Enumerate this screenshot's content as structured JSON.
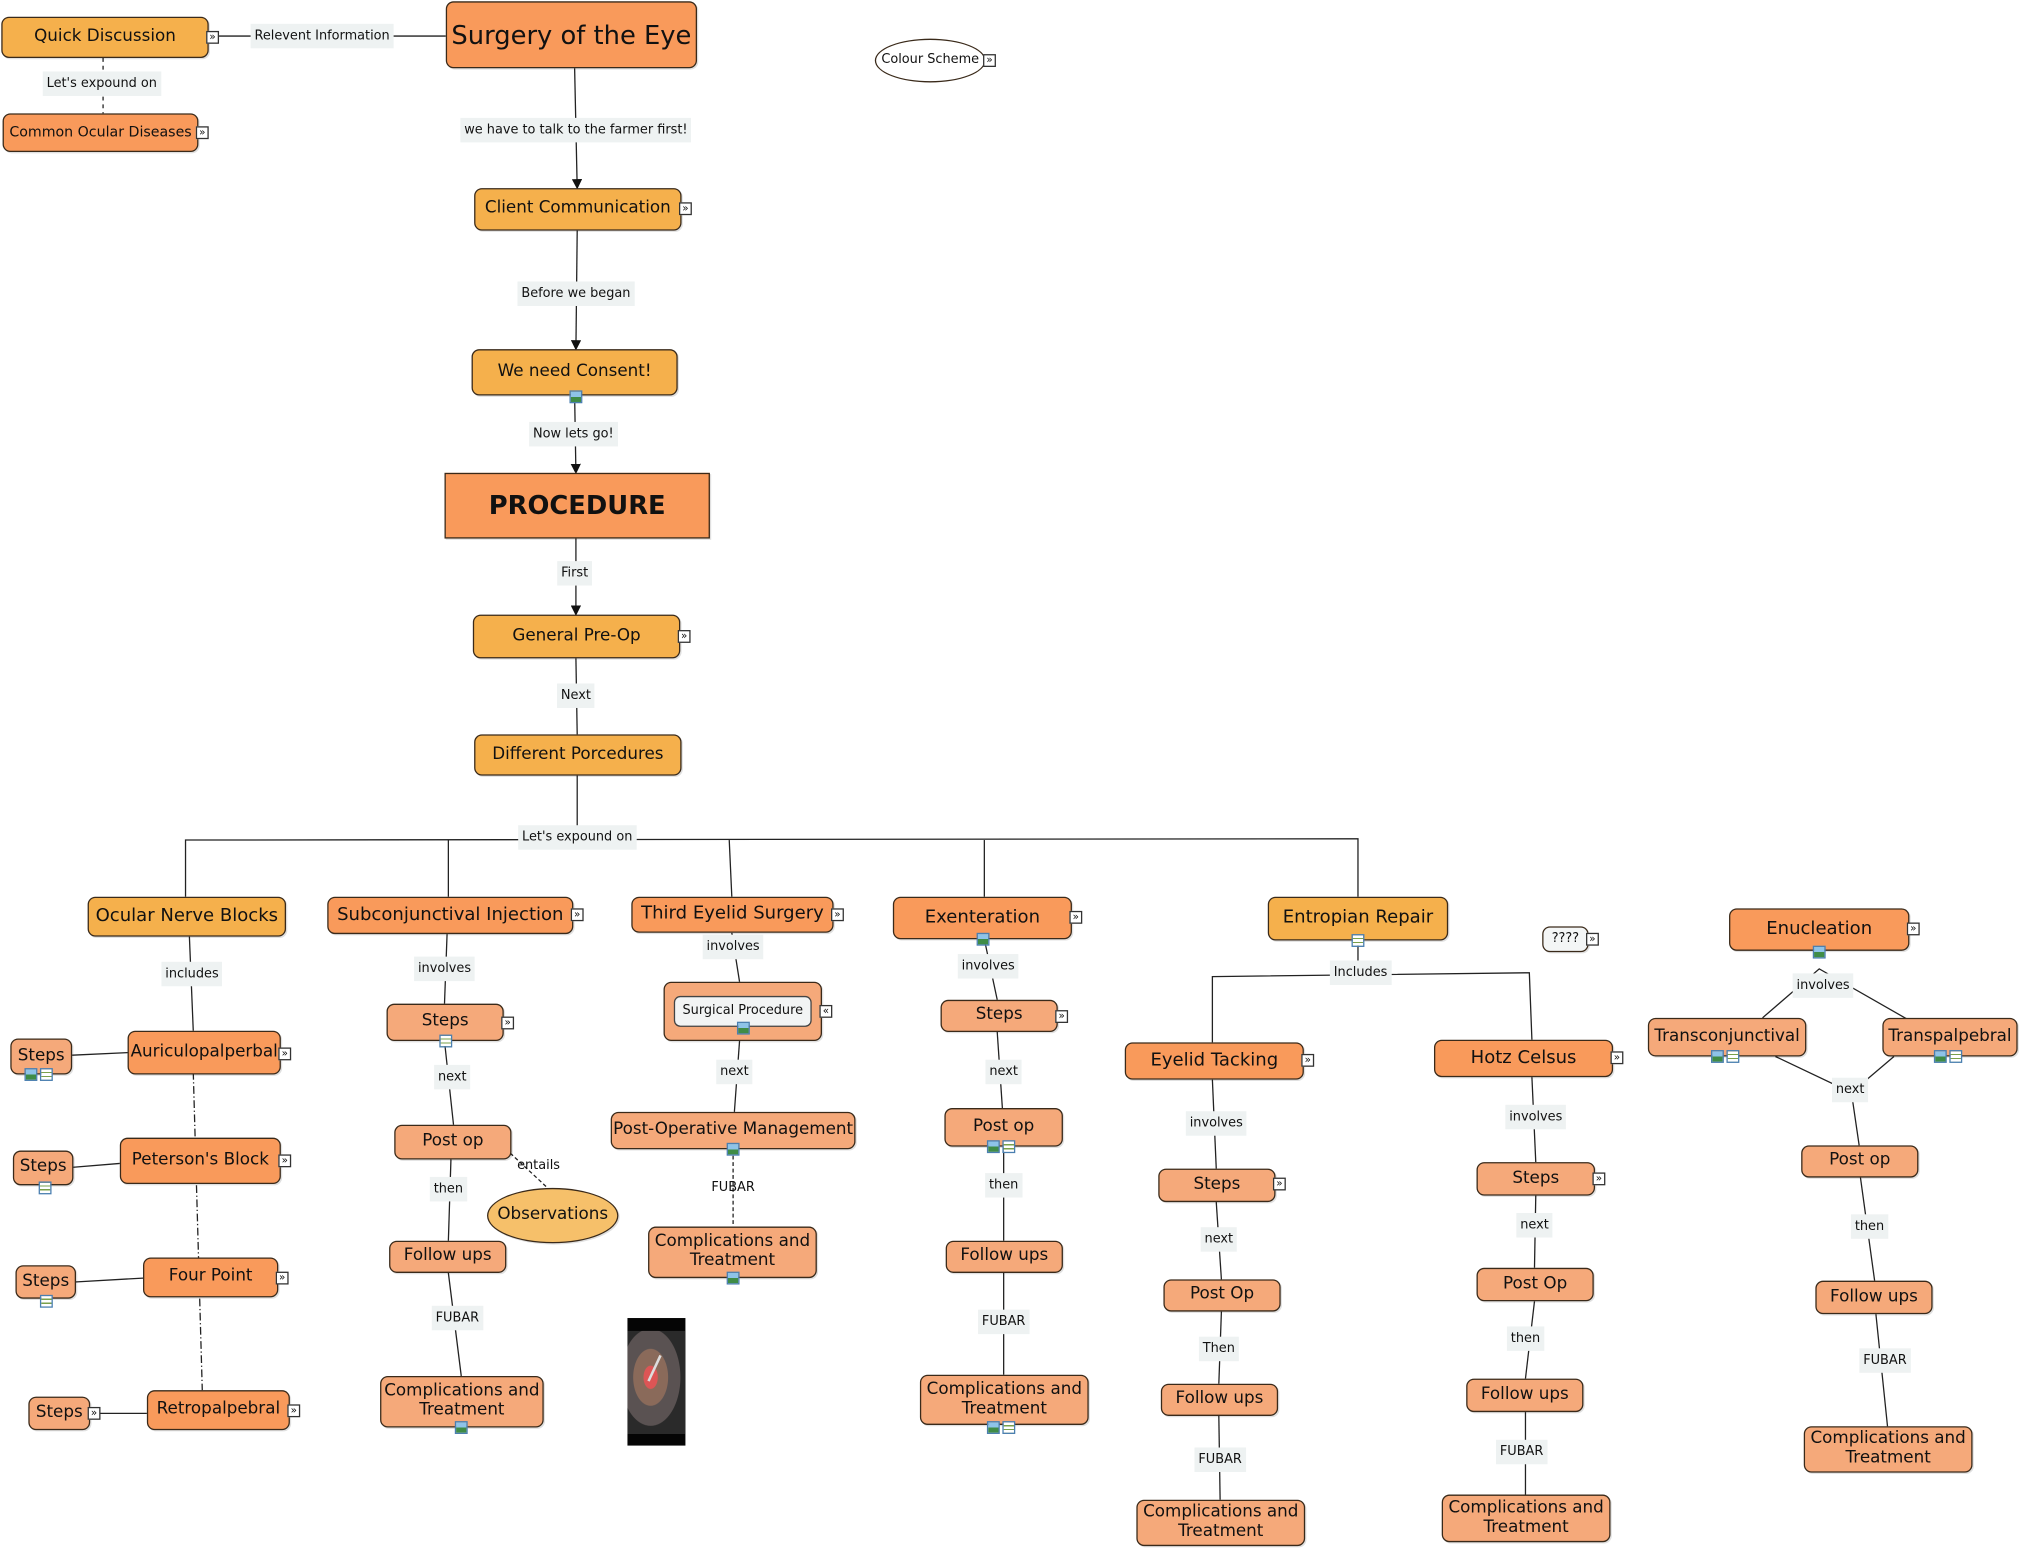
{
  "nodes": {
    "surgery_eye": "Surgery of the Eye",
    "quick_discussion": "Quick Discussion",
    "common_ocular": "Common Ocular Diseases",
    "colour_scheme": "Colour Scheme",
    "client_comm": "Client Communication",
    "consent": "We need Consent!",
    "procedure": "PROCEDURE",
    "general_preop": "General Pre-Op",
    "diff_procedures": "Different Porcedures",
    "ocular_nerve_blocks": "Ocular Nerve Blocks",
    "subconj": "Subconjunctival Injection",
    "third_eyelid": "Third Eyelid Surgery",
    "exenteration": "Exenteration",
    "entropian": "Entropian Repair",
    "unknown": "????",
    "enucleation": "Enucleation",
    "onb_auriculo": "Auriculopalperbal",
    "onb_peterson": "Peterson's Block",
    "onb_fourpoint": "Four Point",
    "onb_retro": "Retropalpebral",
    "steps": "Steps",
    "sub_postop": "Post op",
    "sub_followups": "Follow ups",
    "observations": "Observations",
    "complications": "Complications and Treatment",
    "surgical_procedure": "Surgical Procedure",
    "post_op_mgmt": "Post-Operative Management",
    "exe_postop": "Post op",
    "exe_followups": "Follow ups",
    "eyelid_tacking": "Eyelid Tacking",
    "hotz_celsus": "Hotz Celsus",
    "et_postop": "Post Op",
    "et_followups": "Follow ups",
    "hc_postop": "Post Op",
    "hc_followups": "Follow ups",
    "transconj": "Transconjunctival",
    "transpalp": "Transpalpebral",
    "enu_postop": "Post op",
    "enu_followups": "Follow ups"
  },
  "links": {
    "relevent_information": "Relevent Information",
    "lets_expound_on": "Let's expound on",
    "talk_farmer": "we have to talk to the farmer first!",
    "before_began": "Before we began",
    "now_lets_go": "Now lets go!",
    "first": "First",
    "next": "Next",
    "next_lc": "next",
    "includes_lc": "includes",
    "includes_cap": "Includes",
    "involves": "involves",
    "then": "then",
    "then_cap": "Then",
    "fubar": "FUBAR",
    "entails": "entails"
  },
  "colors": {
    "yellow_node": "#f5b04c",
    "orange_node": "#f99a5b",
    "light_orange_node": "#f5a97a",
    "link_label_bg": "#eef2f2"
  }
}
